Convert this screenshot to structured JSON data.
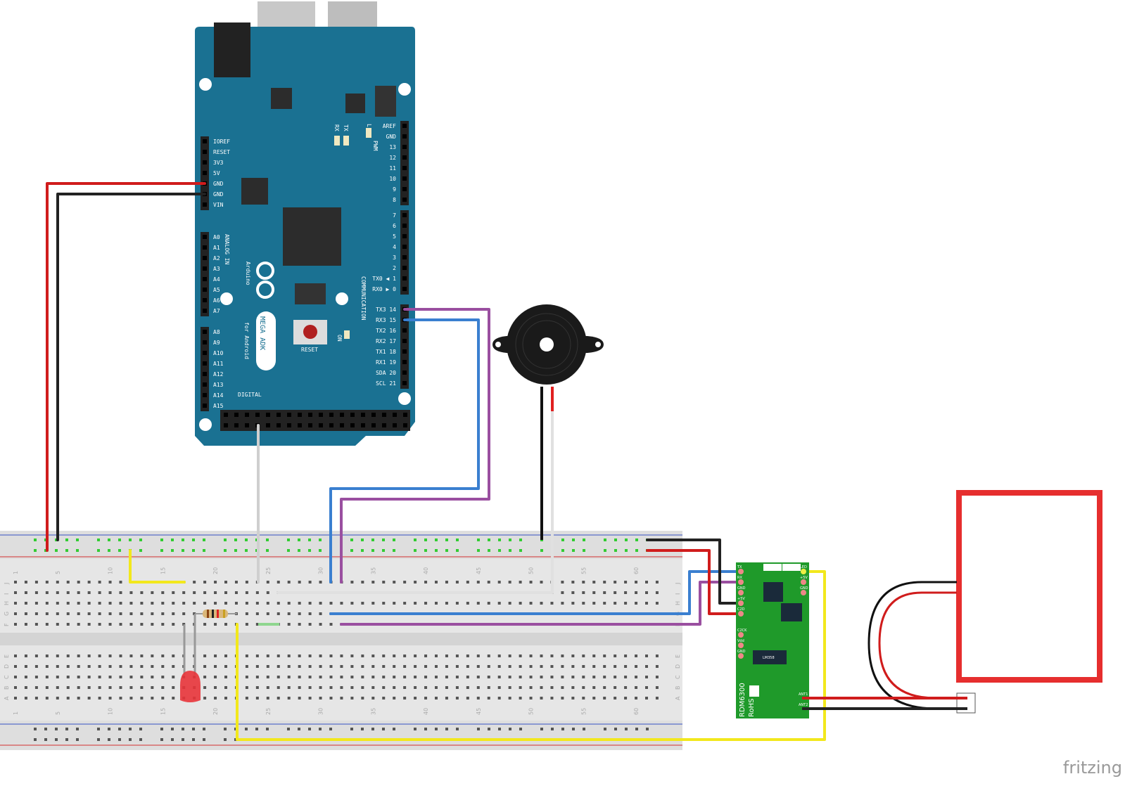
{
  "arduino": {
    "brand": "Arduino",
    "model": "MEGA ADK",
    "subtitle": "for Android",
    "reset_label": "RESET",
    "on_label": "ON",
    "tx_led": "TX",
    "rx_led": "RX",
    "l_led": "L",
    "pwm_label": "PWM",
    "analog_label": "ANALOG IN",
    "communication_label": "COMMUNICATION",
    "digital_label": "DIGITAL",
    "power_pins": [
      "IOREF",
      "RESET",
      "3V3",
      "5V",
      "GND",
      "GND",
      "VIN"
    ],
    "analog_pins": [
      "A0",
      "A1",
      "A2",
      "A3",
      "A4",
      "A5",
      "A6",
      "A7",
      "A8",
      "A9",
      "A10",
      "A11",
      "A12",
      "A13",
      "A14",
      "A15"
    ],
    "pwm_pins": [
      "AREF",
      "GND",
      "13",
      "12",
      "11",
      "10",
      "9",
      "8"
    ],
    "digital_pins": [
      "7",
      "6",
      "5",
      "4",
      "3",
      "2",
      "TX0 ◀ 1",
      "RX0 ▶ 0"
    ],
    "comm_pins": [
      "TX3 14",
      "RX3 15",
      "TX2 16",
      "RX2 17",
      "TX1 18",
      "RX1 19",
      "SDA 20",
      "SCL 21"
    ]
  },
  "breadboard": {
    "column_labels": [
      "1",
      "5",
      "10",
      "15",
      "20",
      "25",
      "30",
      "35",
      "40",
      "45",
      "50",
      "55",
      "60"
    ],
    "row_labels_top": [
      "J",
      "I",
      "H",
      "G",
      "F"
    ],
    "row_labels_bottom": [
      "E",
      "D",
      "C",
      "B",
      "A"
    ]
  },
  "rfid_module": {
    "name": "RDM6300",
    "rohs": "RoHS",
    "pins_left": [
      "TX",
      "RX",
      "GND",
      "+5V",
      "C2D",
      "C2CK",
      "Vdd",
      "GND"
    ],
    "pins_right": [
      "LED",
      "+5V",
      "GND"
    ],
    "antenna_pins": [
      "ANT1",
      "ANT2"
    ],
    "chip": "LM358"
  },
  "wire_colors": {
    "red": "#d01c1c",
    "black": "#222222",
    "purple": "#9a4fa0",
    "blue": "#3a7fd0",
    "yellow": "#f2e81c",
    "white": "#e0e0e0",
    "antenna": "#e62e2e"
  },
  "logo": "fritzing"
}
